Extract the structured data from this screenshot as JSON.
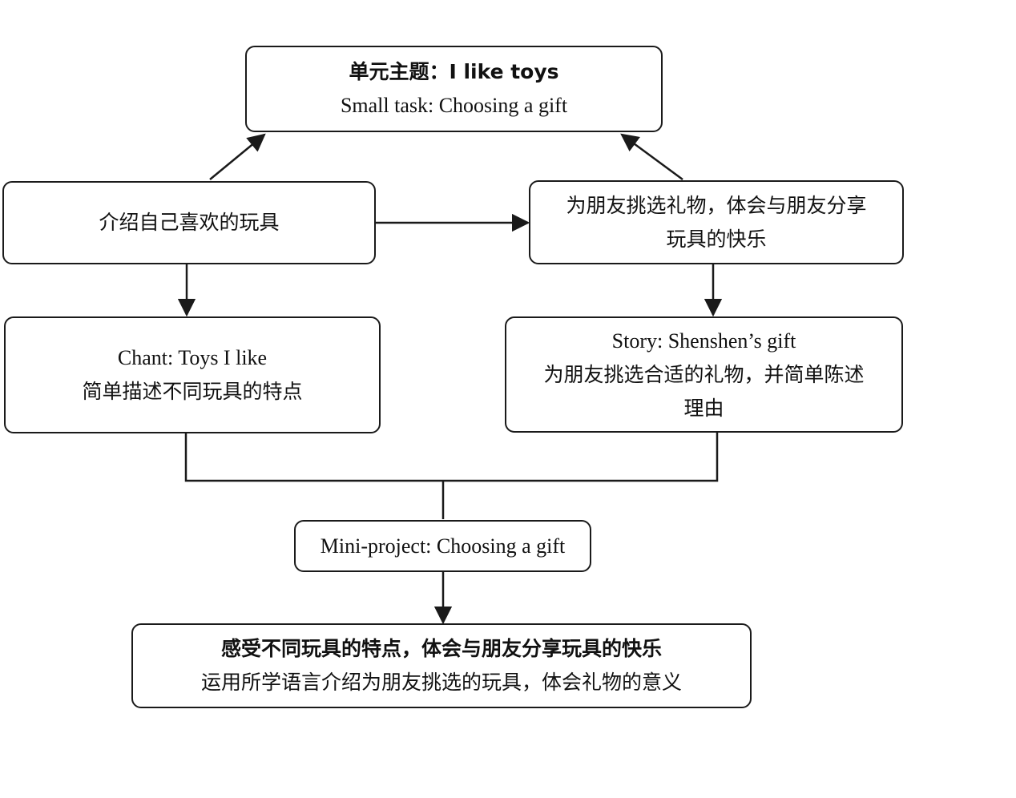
{
  "theme_box": {
    "title": "单元主题：I like toys",
    "subtitle": "Small task: Choosing a gift"
  },
  "intro_box": {
    "text": "介绍自己喜欢的玩具"
  },
  "share_box": {
    "line1": "为朋友挑选礼物，体会与朋友分享",
    "line2": "玩具的快乐"
  },
  "chant_box": {
    "line1": "Chant: Toys I like",
    "line2": "简单描述不同玩具的特点"
  },
  "story_box": {
    "line1": "Story: Shenshen’s gift",
    "line2": "为朋友挑选合适的礼物，并简单陈述",
    "line3": "理由"
  },
  "project_box": {
    "text": "Mini-project: Choosing a gift"
  },
  "goal_box": {
    "line1": "感受不同玩具的特点，体会与朋友分享玩具的快乐",
    "line2": "运用所学语言介绍为朋友挑选的玩具，体会礼物的意义"
  }
}
